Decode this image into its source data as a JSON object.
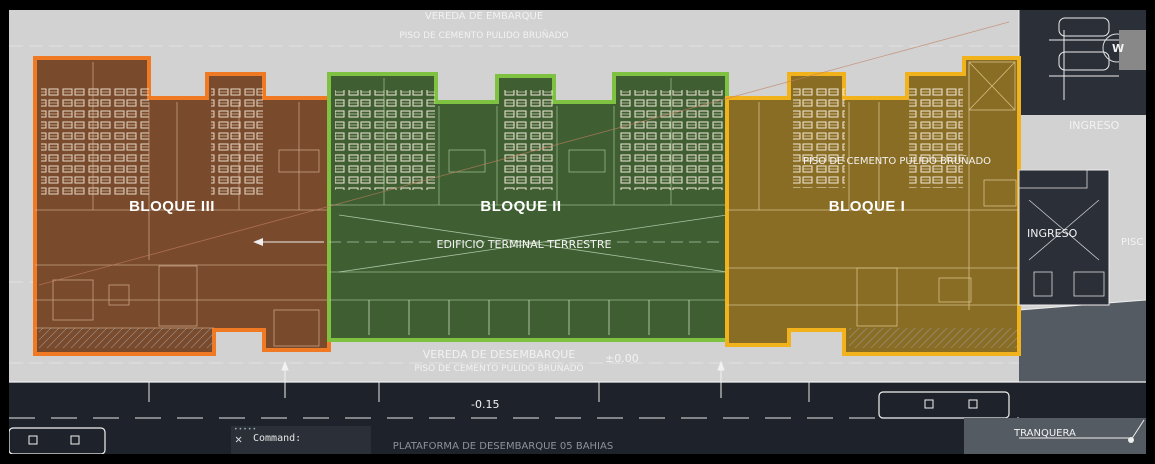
{
  "annotations": {
    "top_title": "VEREDA DE EMBARQUE",
    "top_floor": "PISO DE CEMENTO PULIDO BRUÑADO",
    "block1": "BLOQUE I",
    "block2": "BLOQUE II",
    "block3": "BLOQUE III",
    "building": "EDIFICIO TERMINAL TERRESTRE",
    "mid_floor": "PISO DE CEMENTO PULIDO BRUÑADO",
    "ingreso_top": "INGRESO",
    "ingreso_mid": "INGRESO",
    "piso_edge": "PISC",
    "bottom_title": "VEREDA DE DESEMBARQUE",
    "bottom_floor": "PISO DE CEMENTO PULIDO BRUÑADO",
    "level_plus": "±0.00",
    "level_minus": "-0.15",
    "platform": "PLATAFORMA DE DESEMBARQUE 05 BAHIAS",
    "tranquera": "TRANQUERA",
    "compass_w": "W"
  },
  "command": {
    "label": "Command:"
  },
  "colors": {
    "block3": "#7a4a2c",
    "block3_border": "#f07a24",
    "block2": "#3f5f33",
    "block2_border": "#7fc241",
    "block1": "#8a6d24",
    "block1_border": "#f2b21c",
    "road": "#1e222a",
    "background": "#d2d2d2"
  }
}
